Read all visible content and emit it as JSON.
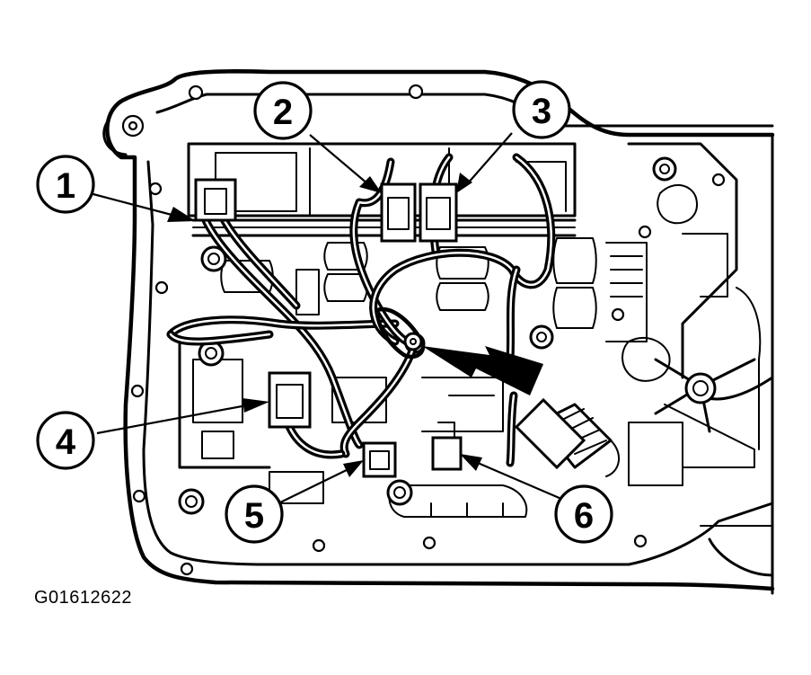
{
  "figure": {
    "id_label": "G01612622"
  },
  "callouts": [
    {
      "number": "1"
    },
    {
      "number": "2"
    },
    {
      "number": "3"
    },
    {
      "number": "4"
    },
    {
      "number": "5"
    },
    {
      "number": "6"
    }
  ],
  "colors": {
    "ink": "#000000",
    "paper": "#ffffff"
  }
}
